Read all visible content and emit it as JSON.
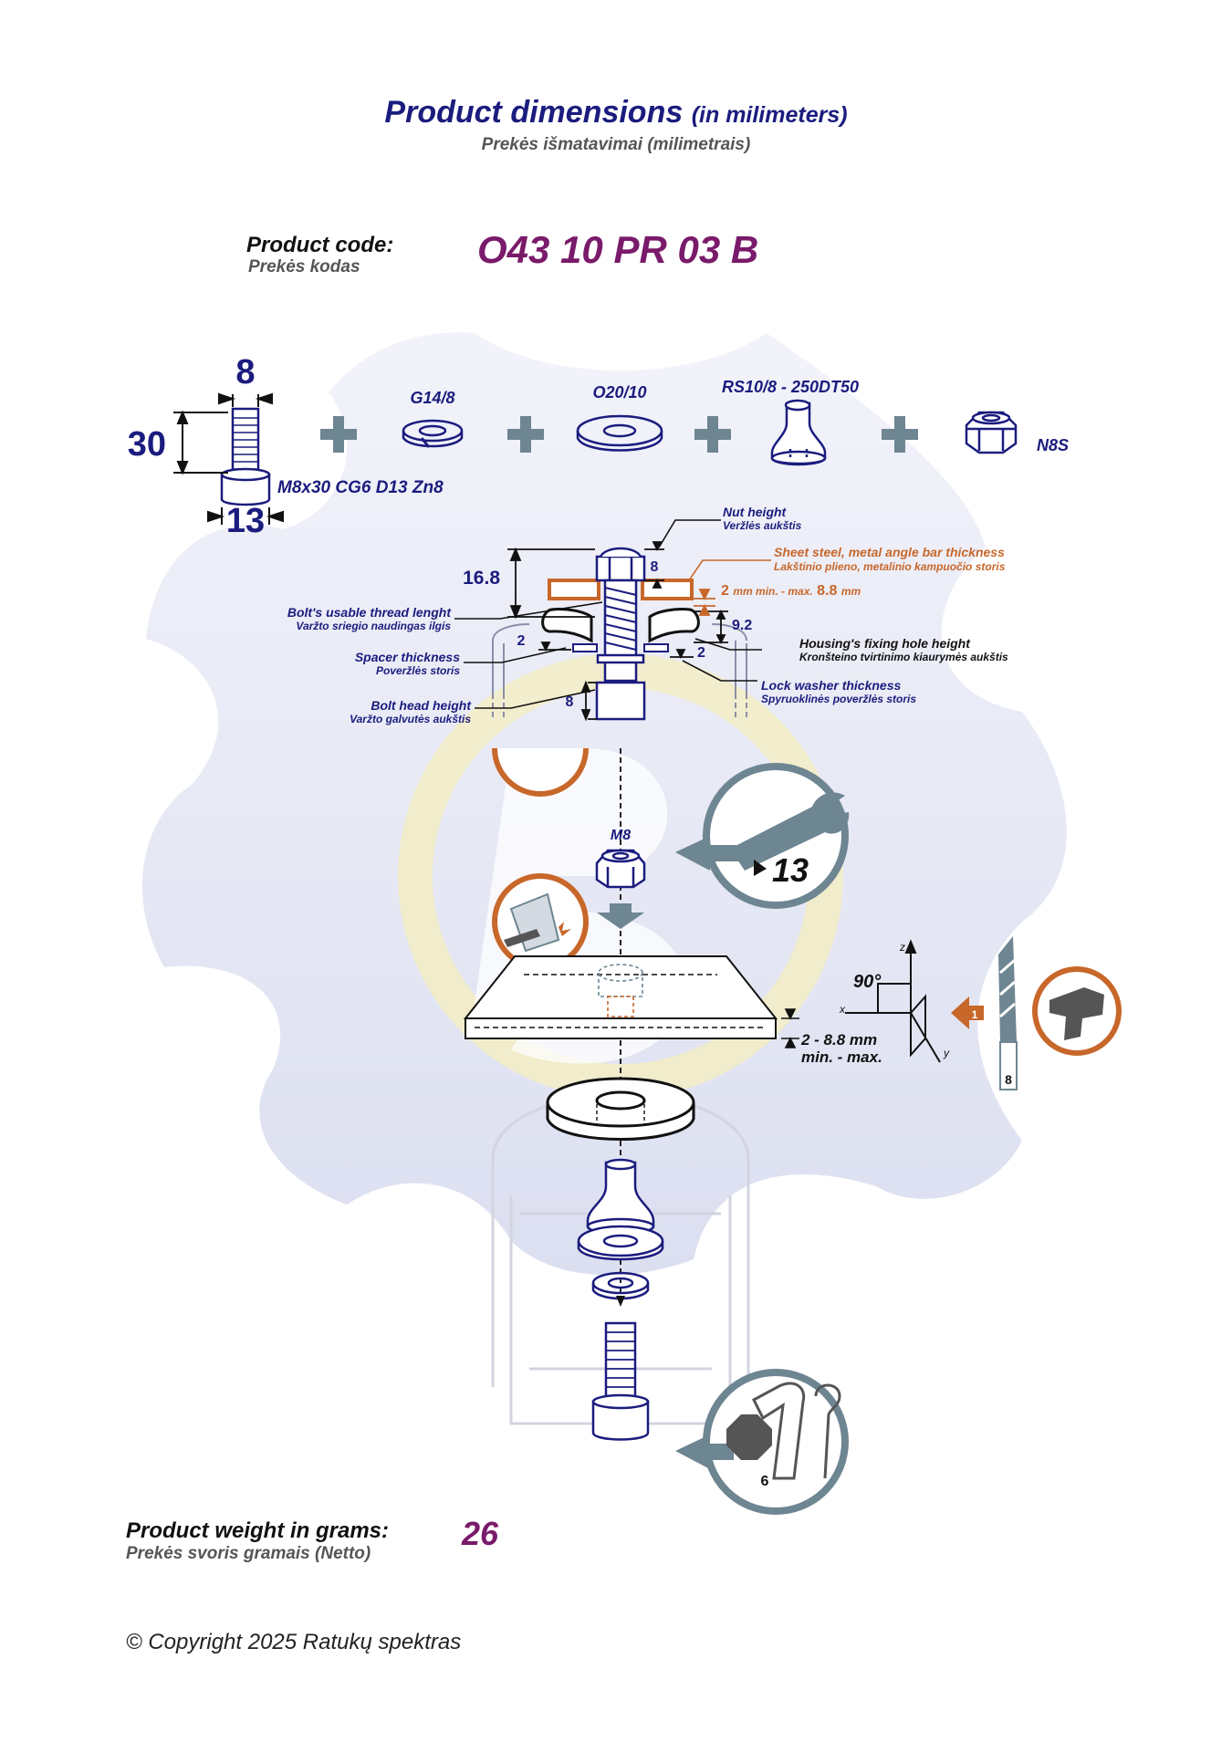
{
  "header": {
    "title": "Product dimensions",
    "title_unit": "(in milimeters)",
    "subtitle": "Prekės išmatavimai (milimetrais)"
  },
  "product": {
    "code_label": "Product code:",
    "code_label_lt": "Prekės kodas",
    "code": "O43 10 PR 03 B"
  },
  "parts": {
    "bolt": {
      "diameter": "8",
      "length": "30",
      "head": "13",
      "spec": "M8x30 CG6 D13 Zn8"
    },
    "lock_washer": "G14/8",
    "washer": "O20/10",
    "spacer": "RS10/8 - 250DT50",
    "nut": "N8S",
    "plus": "+"
  },
  "section": {
    "nut_height_label": "Nut height",
    "nut_height_label_lt": "Veržlės aukštis",
    "nut_height_value": "8",
    "thread_value": "16.8",
    "sheet_label": "Sheet steel, metal angle bar thickness",
    "sheet_label_lt": "Lakštinio plieno, metalinio kampuočio storis",
    "sheet_min": "2",
    "sheet_min_unit": "mm min. - max.",
    "sheet_max": "8.8",
    "sheet_max_unit": "mm",
    "housing_value": "9.2",
    "thread_label": "Bolt's usable thread lenght",
    "thread_label_lt": "Varžto sriegio naudingas ilgis",
    "spacer_value": "2",
    "lockwasher_value": "2",
    "housing_label": "Housing's fixing hole height",
    "housing_label_lt": "Kronšteino tvirtinimo kiaurymės aukštis",
    "spacer_label": "Spacer thickness",
    "spacer_label_lt": "Poveržlės storis",
    "head_value": "8",
    "lockwasher_label": "Lock washer thickness",
    "lockwasher_label_lt": "Spyruoklinės poveržlės storis",
    "head_label": "Bolt head height",
    "head_label_lt": "Varžto galvutės aukštis"
  },
  "assembly": {
    "nut_label": "M8",
    "wrench_size": "13",
    "angle": "90°",
    "axis_x": "x",
    "axis_y": "y",
    "axis_z": "z",
    "plate_range": "2 - 8.8 mm",
    "plate_range_sub": "min. - max.",
    "drill_step": "1",
    "drill_size": "8",
    "hex_key_size": "6"
  },
  "weight": {
    "label": "Product weight in grams:",
    "label_lt": "Prekės svoris gramais (Netto)",
    "value": "26"
  },
  "footer": {
    "copyright": "© Copyright 2025 Ratukų spektras"
  },
  "colors": {
    "navy": "#1b1c7e",
    "plum": "#7a1a6a",
    "orange": "#c8672a",
    "slate": "#6e8592",
    "watermark": "#e4e6f3"
  }
}
